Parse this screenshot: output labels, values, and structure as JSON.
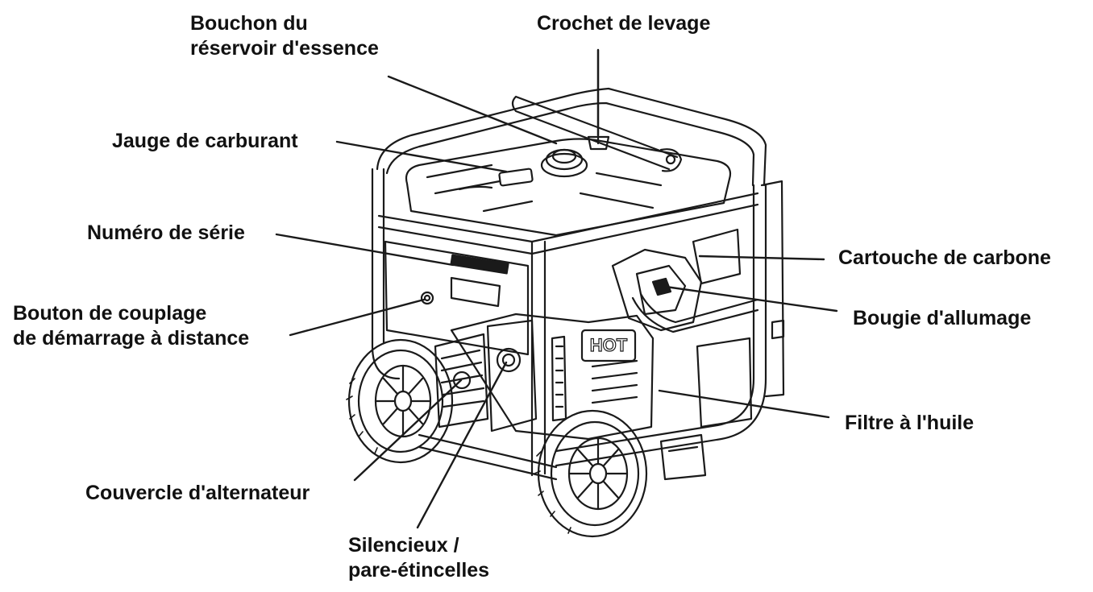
{
  "labels": {
    "fuel_cap": [
      "Bouchon du",
      "réservoir d'essence"
    ],
    "lifting_hook": "Crochet de levage",
    "fuel_gauge": "Jauge de carburant",
    "serial_number": "Numéro de série",
    "remote_start": [
      "Bouton de couplage",
      "de démarrage à distance"
    ],
    "alternator_cover": "Couvercle d'alternateur",
    "muffler": [
      "Silencieux /",
      "pare-étincelles"
    ],
    "carbon_canister": "Cartouche de carbone",
    "spark_plug": "Bougie d'allumage",
    "oil_filter": "Filtre à l'huile"
  },
  "badge_text": "HOT",
  "colors": {
    "line": "#1a1a1a",
    "text": "#111111",
    "background": "#ffffff"
  }
}
